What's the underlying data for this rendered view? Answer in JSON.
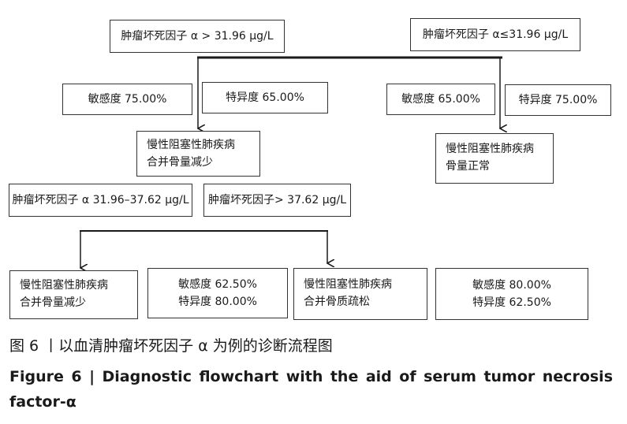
{
  "flowchart": {
    "root_high": "肿瘤坏死因子 α > 31.96 μg/L",
    "root_low": "肿瘤坏死因子 α≤31.96 μg/L",
    "high_sensitivity": "敏感度 75.00%",
    "high_specificity": "特异度 65.00%",
    "low_sensitivity": "敏感度 65.00%",
    "low_specificity": "特异度 75.00%",
    "high_result": [
      "慢性阻塞性肺疾病",
      "合并骨量减少"
    ],
    "low_result": [
      "慢性阻塞性肺疾病",
      "骨量正常"
    ],
    "mid_range": "肿瘤坏死因子 α 31.96–37.62 μg/L",
    "upper_range": "肿瘤坏死因子> 37.62 μg/L",
    "mid_result": [
      "慢性阻塞性肺疾病",
      "合并骨量减少"
    ],
    "mid_stats": [
      "敏感度 62.50%",
      "特异度 80.00%"
    ],
    "upper_result": [
      "慢性阻塞性肺疾病",
      "合并骨质疏松"
    ],
    "upper_stats": [
      "敏感度 80.00%",
      "特异度 62.50%"
    ]
  },
  "caption": {
    "cn": "图 6 丨以血清肿瘤坏死因子 α 为例的诊断流程图",
    "en": "Figure 6 | Diagnostic flowchart with the aid of serum tumor necrosis factor-α"
  },
  "colors": {
    "line": "#1a1a1a",
    "border": "#333333"
  }
}
